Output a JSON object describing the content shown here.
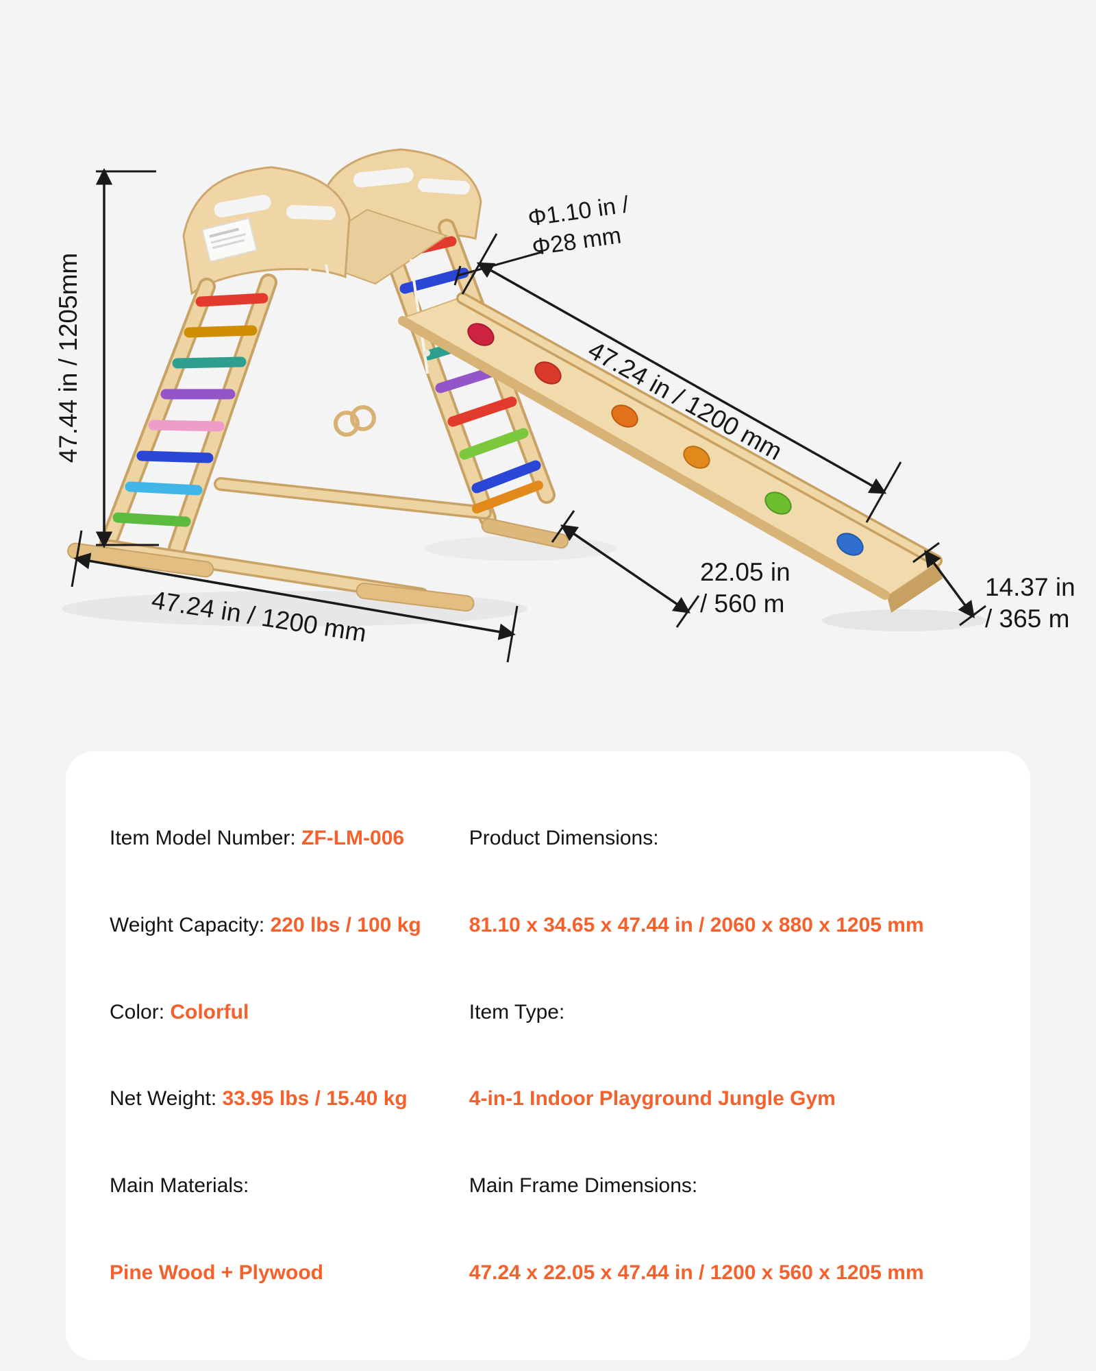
{
  "dims": {
    "height": "47.44 in / 1205mm",
    "diameter_line1": "Φ1.10 in /",
    "diameter_line2": "Φ28 mm",
    "slide_length": "47.24 in / 1200 mm",
    "base_length": "47.24 in / 1200 mm",
    "depth_line1": "22.05 in",
    "depth_line2": "/ 560 m",
    "slide_width_line1": "14.37 in",
    "slide_width_line2": "/ 365 m"
  },
  "specs": {
    "left": [
      {
        "label": "Item Model Number: ",
        "value": "ZF-LM-006"
      },
      {
        "label": "Weight Capacity: ",
        "value": "220 lbs / 100 kg"
      },
      {
        "label": "Color: ",
        "value": "Colorful"
      },
      {
        "label": "Net Weight: ",
        "value": "33.95 lbs / 15.40 kg"
      },
      {
        "label": "Main Materials:",
        "value": ""
      },
      {
        "label": "",
        "value": "Pine Wood + Plywood"
      }
    ],
    "right": [
      {
        "label": "Product Dimensions:",
        "value": ""
      },
      {
        "label": "",
        "value": "81.10 x 34.65 x 47.44 in / 2060 x 880 x 1205 mm"
      },
      {
        "label": "Item Type:",
        "value": ""
      },
      {
        "label": "",
        "value": "4-in-1 Indoor Playground Jungle Gym"
      },
      {
        "label": "Main Frame Dimensions:",
        "value": ""
      },
      {
        "label": "",
        "value": "47.24 x 22.05 x 47.44 in / 1200 x 560 x 1205 mm"
      }
    ]
  }
}
